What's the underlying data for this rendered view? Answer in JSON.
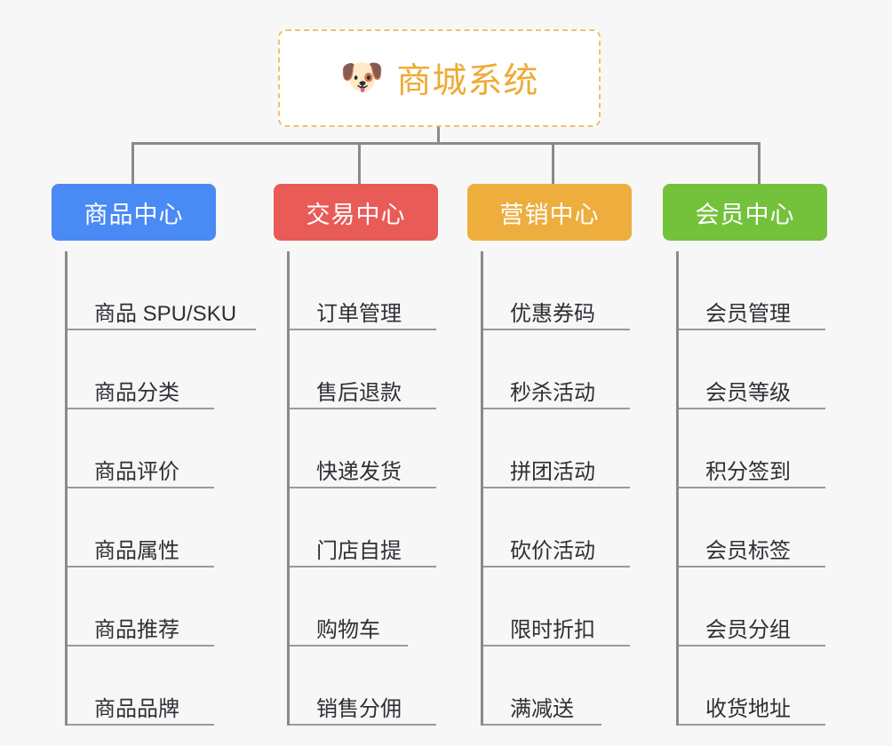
{
  "root": {
    "icon": "dog-face-icon",
    "icon_glyph": "🐶",
    "title": "商城系统",
    "border_color": "#f3c06a",
    "text_color": "#edab36",
    "background": "#ffffff"
  },
  "page": {
    "background": "#f7f7f7",
    "connector_color": "#8a8a8a",
    "leaf_rule_color": "#9a9a9a",
    "leaf_text_color": "#2f2f35"
  },
  "categories": [
    {
      "label": "商品中心",
      "color": "#4a8af4",
      "items": [
        {
          "label": "商品 SPU/SKU",
          "rule": "w-long"
        },
        {
          "label": "商品分类",
          "rule": "w-4"
        },
        {
          "label": "商品评价",
          "rule": "w-4"
        },
        {
          "label": "商品属性",
          "rule": "w-4"
        },
        {
          "label": "商品推荐",
          "rule": "w-4"
        },
        {
          "label": "商品品牌",
          "rule": "w-4"
        }
      ]
    },
    {
      "label": "交易中心",
      "color": "#e95b57",
      "items": [
        {
          "label": "订单管理",
          "rule": "w-4"
        },
        {
          "label": "售后退款",
          "rule": "w-4"
        },
        {
          "label": "快递发货",
          "rule": "w-4"
        },
        {
          "label": "门店自提",
          "rule": "w-4"
        },
        {
          "label": "购物车",
          "rule": "w-3"
        },
        {
          "label": "销售分佣",
          "rule": "w-4"
        }
      ]
    },
    {
      "label": "营销中心",
      "color": "#edae3e",
      "items": [
        {
          "label": "优惠券码",
          "rule": "w-4"
        },
        {
          "label": "秒杀活动",
          "rule": "w-4"
        },
        {
          "label": "拼团活动",
          "rule": "w-4"
        },
        {
          "label": "砍价活动",
          "rule": "w-4"
        },
        {
          "label": "限时折扣",
          "rule": "w-4"
        },
        {
          "label": "满减送",
          "rule": "w-3"
        }
      ]
    },
    {
      "label": "会员中心",
      "color": "#74c13c",
      "items": [
        {
          "label": "会员管理",
          "rule": "w-4"
        },
        {
          "label": "会员等级",
          "rule": "w-4"
        },
        {
          "label": "积分签到",
          "rule": "w-4"
        },
        {
          "label": "会员标签",
          "rule": "w-4"
        },
        {
          "label": "会员分组",
          "rule": "w-4"
        },
        {
          "label": "收货地址",
          "rule": "w-4"
        }
      ]
    }
  ]
}
